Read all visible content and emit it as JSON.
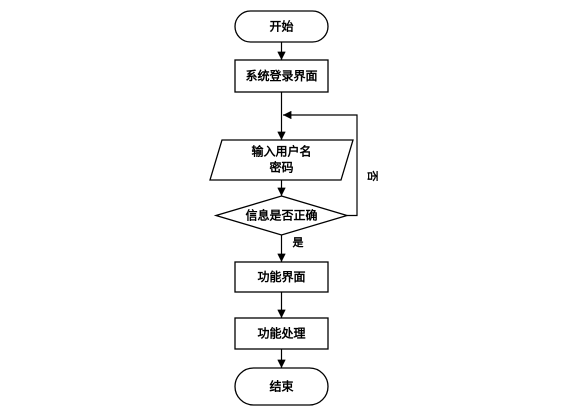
{
  "nodes": {
    "start": "开始",
    "login_screen": "系统登录界面",
    "input_line1": "输入用户名",
    "input_line2": "密码",
    "decision": "信息是否正确",
    "function_screen": "功能界面",
    "function_process": "功能处理",
    "end": "结束"
  },
  "edges": {
    "yes": "是",
    "no": "否"
  }
}
